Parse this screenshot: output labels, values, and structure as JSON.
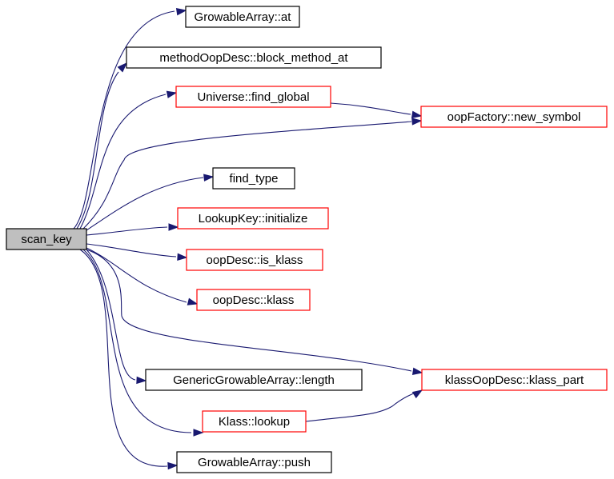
{
  "graph": {
    "root": {
      "id": "scan_key",
      "label": "scan_key",
      "style": "root"
    },
    "nodes": [
      {
        "id": "ga_at",
        "label": "GrowableArray::at",
        "style": "black"
      },
      {
        "id": "block_method_at",
        "label": "methodOopDesc::block_method_at",
        "style": "black"
      },
      {
        "id": "find_global",
        "label": "Universe::find_global",
        "style": "red"
      },
      {
        "id": "new_symbol",
        "label": "oopFactory::new_symbol",
        "style": "red"
      },
      {
        "id": "find_type",
        "label": "find_type",
        "style": "black"
      },
      {
        "id": "lk_init",
        "label": "LookupKey::initialize",
        "style": "red"
      },
      {
        "id": "is_klass",
        "label": "oopDesc::is_klass",
        "style": "red"
      },
      {
        "id": "klass",
        "label": "oopDesc::klass",
        "style": "red"
      },
      {
        "id": "klass_part",
        "label": "klassOopDesc::klass_part",
        "style": "red"
      },
      {
        "id": "gga_length",
        "label": "GenericGrowableArray::length",
        "style": "black"
      },
      {
        "id": "lookup",
        "label": "Klass::lookup",
        "style": "red"
      },
      {
        "id": "ga_push",
        "label": "GrowableArray::push",
        "style": "black"
      }
    ],
    "edges": [
      {
        "from": "scan_key",
        "to": "ga_at"
      },
      {
        "from": "scan_key",
        "to": "block_method_at"
      },
      {
        "from": "scan_key",
        "to": "find_global"
      },
      {
        "from": "scan_key",
        "to": "new_symbol"
      },
      {
        "from": "scan_key",
        "to": "find_type"
      },
      {
        "from": "scan_key",
        "to": "lk_init"
      },
      {
        "from": "scan_key",
        "to": "is_klass"
      },
      {
        "from": "scan_key",
        "to": "klass"
      },
      {
        "from": "scan_key",
        "to": "klass_part"
      },
      {
        "from": "scan_key",
        "to": "gga_length"
      },
      {
        "from": "scan_key",
        "to": "lookup"
      },
      {
        "from": "scan_key",
        "to": "ga_push"
      },
      {
        "from": "find_global",
        "to": "new_symbol"
      },
      {
        "from": "lookup",
        "to": "klass_part"
      }
    ],
    "colors": {
      "edge": "#191970",
      "border_black": "#000000",
      "border_red": "#ff0000",
      "root_fill": "#bfbfbf"
    }
  }
}
